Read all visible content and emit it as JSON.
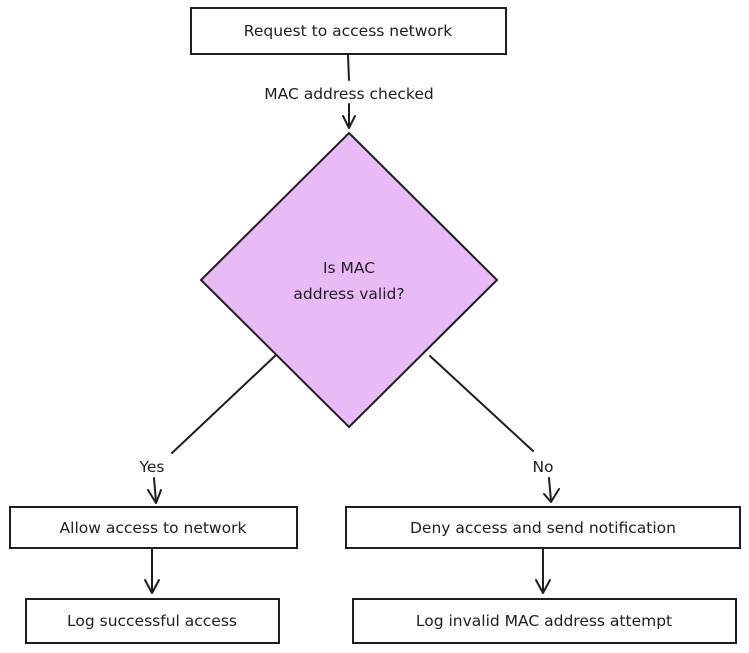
{
  "nodes": {
    "request": "Request to access network",
    "decision": {
      "line1": "Is MAC",
      "line2": "address valid?",
      "fill": "#e9bbf6"
    },
    "allow": "Allow access to network",
    "deny": "Deny access and send notification",
    "log_success": "Log successful access",
    "log_invalid": "Log invalid MAC address attempt"
  },
  "edges": {
    "checked": "MAC address checked",
    "yes": "Yes",
    "no": "No"
  },
  "colors": {
    "stroke": "#1e1e1e",
    "background": "#ffffff"
  }
}
